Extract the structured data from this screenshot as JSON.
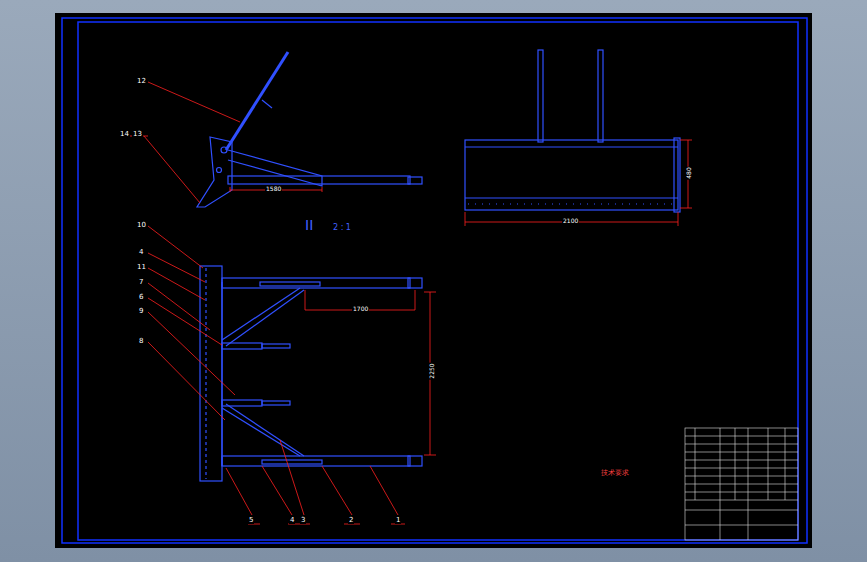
{
  "diagram": {
    "labels": [
      "12",
      "14",
      "13",
      "1580",
      "10",
      "4",
      "11",
      "7",
      "6",
      "9",
      "8",
      "5",
      "4",
      "3",
      "2",
      "1",
      "1700",
      "2250",
      "II",
      "2 : 1",
      "2100",
      "480",
      "技术要求"
    ]
  }
}
